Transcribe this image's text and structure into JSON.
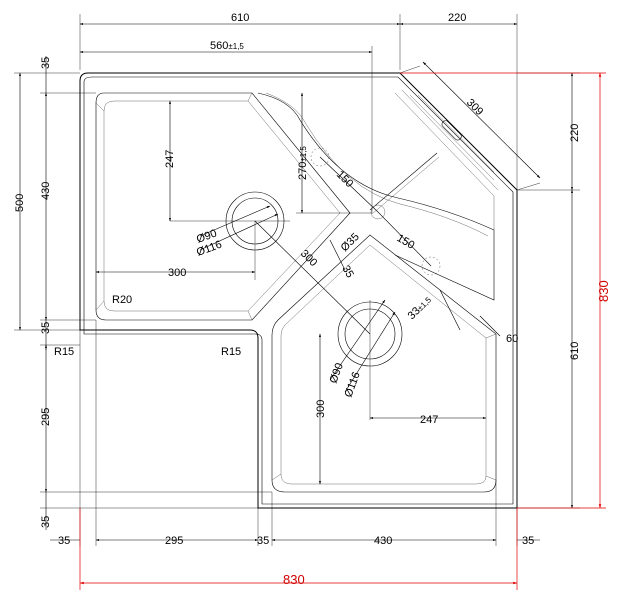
{
  "dimensions": {
    "top_610": "610",
    "top_220": "220",
    "inner_560": "560",
    "inner_560_tol": "±1,5",
    "diag_309": "309",
    "left_35_top": "35",
    "left_430": "430",
    "left_500": "500",
    "left_35_mid": "35",
    "left_295": "295",
    "left_35_bot": "35",
    "v_247": "247",
    "v_270": "270",
    "v_270_tol": "±1,5",
    "d150_a": "150",
    "d150_b": "150",
    "dia90_a": "Ø90",
    "dia116_a": "Ø116",
    "dia35": "Ø35",
    "d35_slant": "35",
    "h300_a": "300",
    "d300_slant": "300",
    "r20": "R20",
    "r15_left": "R15",
    "r15_inner": "R15",
    "d33": "33",
    "d33_tol": "±1,5",
    "d60": "60",
    "dia90_b": "Ø90",
    "dia116_b": "Ø116",
    "v300_b": "300",
    "h247_b": "247",
    "right_220": "220",
    "right_610": "610",
    "right_830": "830",
    "bot_35_a": "35",
    "bot_295": "295",
    "bot_35_b": "35",
    "bot_430": "430",
    "bot_35_c": "35",
    "bot_830": "830"
  }
}
